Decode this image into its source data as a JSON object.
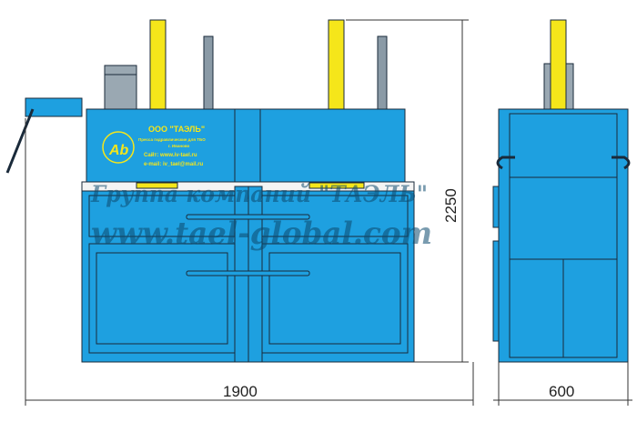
{
  "company": {
    "name": "ООО \"ТАЭЛЬ\"",
    "subtitle": "Пресса гидравлические для ТБО",
    "city": "г. Иваново",
    "site": "Сайт: www.iv-tael.ru",
    "email": "e-mail: iv_tael@mail.ru"
  },
  "watermark": {
    "line1": "Группа компаний \"ТАЭЛЬ\"",
    "line2": "www.tael-global.com"
  },
  "dimensions": {
    "height": "2250",
    "width": "1900",
    "depth": "600"
  },
  "colors": {
    "body": "#1ea0e0",
    "cylinder": "#f5e61a",
    "motor": "#8a9aa6",
    "outline": "#1a2a3a"
  }
}
